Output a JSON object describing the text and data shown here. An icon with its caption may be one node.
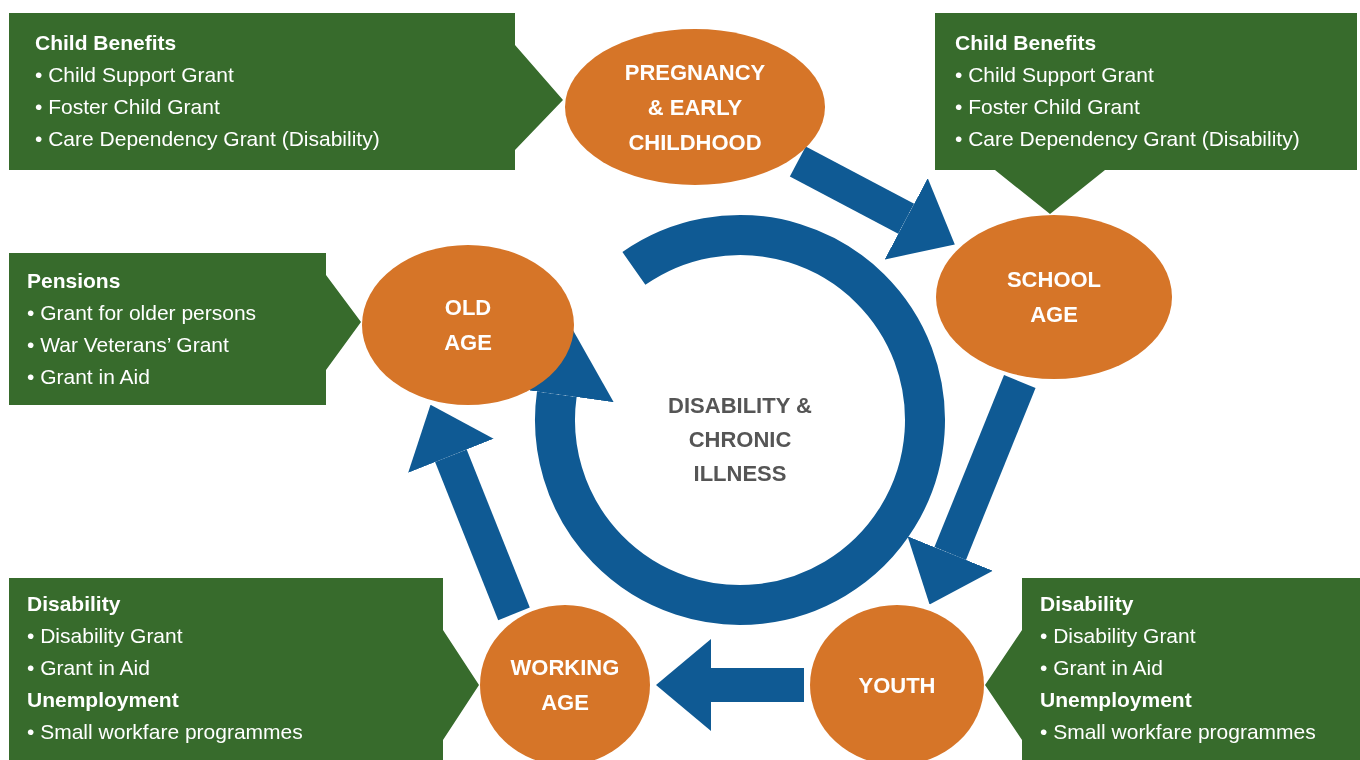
{
  "diagram": {
    "nodes": [
      {
        "text": [
          "Child Benefits",
          "• Child Support Grant",
          "• Foster Child Grant",
          "• Care Dependency Grant (Disability)"
        ]
      },
      {
        "text": [
          "PREGNANCY & EARLY CHILDHOOD"
        ]
      },
      {
        "text": [
          "Child Benefits",
          "• Child Support Grant",
          "• Foster Child Grant",
          "• Care Dependency Grant (Disability)"
        ]
      },
      {
        "text": [
          "SCHOOL AGE"
        ]
      },
      {
        "text": [
          "Pensions",
          "• Grant for older persons",
          "• War Veterans’ Grant",
          "• Grant in Aid"
        ]
      },
      {
        "text": [
          "OLD AGE"
        ]
      },
      {
        "text": [
          "DISABILITY & CHRONIC ILLNESS"
        ]
      },
      {
        "text": [
          "Disability",
          "• Disability Grant",
          "• Grant in Aid",
          "Unemployment",
          "• Small workfare programmes"
        ]
      },
      {
        "text": [
          "WORKING AGE"
        ]
      },
      {
        "text": [
          "YOUTH"
        ]
      },
      {
        "text": [
          "Disability",
          "• Disability Grant",
          "• Grant in Aid",
          "Unemployment",
          "• Small workfare programmes"
        ]
      }
    ],
    "edges": [
      {
        "from": 1,
        "to": 3,
        "arrow": "to"
      },
      {
        "from": 3,
        "to": 9,
        "arrow": "to"
      },
      {
        "from": 9,
        "to": 8,
        "arrow": "to"
      },
      {
        "from": 8,
        "to": 5,
        "arrow": "to"
      }
    ]
  }
}
